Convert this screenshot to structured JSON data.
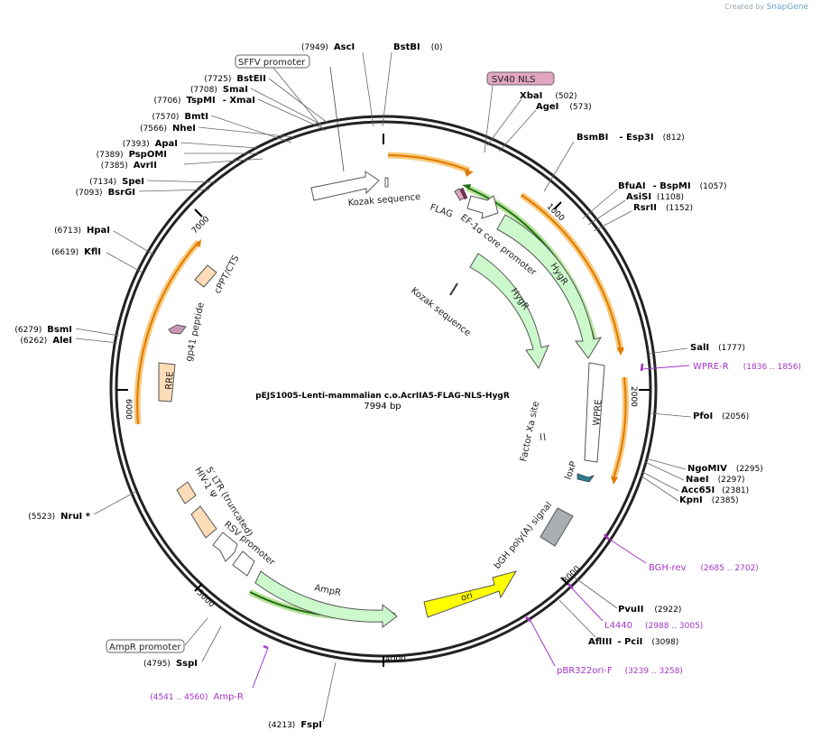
{
  "credit": {
    "prefix": "Created by",
    "brand": "SnapGene"
  },
  "plasmid": {
    "name": "pEJS1005-Lenti-mammalian c.o.AcrIIA5-FLAG-NLS-HygR",
    "length": "7994 bp"
  },
  "ticks": [
    "1000",
    "2000",
    "3000",
    "4000",
    "5000",
    "6000",
    "7000"
  ],
  "sites": {
    "bstbi": {
      "pos": "(0)",
      "name": "BstBI"
    },
    "asci": {
      "pos": "(7949)",
      "name": "AscI"
    },
    "xbai": {
      "name": "XbaI",
      "pos": "(502)"
    },
    "agei": {
      "name": "AgeI",
      "pos": "(573)"
    },
    "bsmbi": {
      "name": "BsmBI",
      "name2": "Esp3I",
      "pos": "(812)"
    },
    "bfuai": {
      "name": "BfuAI",
      "name2": "BspMI",
      "pos": "(1057)"
    },
    "asisi": {
      "name": "AsiSI",
      "pos": "(1108)"
    },
    "rsrii": {
      "name": "RsrII",
      "pos": "(1152)"
    },
    "sali": {
      "name": "SalI",
      "pos": "(1777)"
    },
    "pfoi": {
      "name": "PfoI",
      "pos": "(2056)"
    },
    "ngomiv": {
      "name": "NgoMIV",
      "pos": "(2295)"
    },
    "naei": {
      "name": "NaeI",
      "pos": "(2297)"
    },
    "acc65i": {
      "name": "Acc65I",
      "pos": "(2381)"
    },
    "kpni": {
      "name": "KpnI",
      "pos": "(2385)"
    },
    "pvuii": {
      "name": "PvuII",
      "pos": "(2922)"
    },
    "afliii": {
      "name": "AflIII",
      "name2": "PciI",
      "pos": "(3098)"
    },
    "fspi": {
      "pos": "(4213)",
      "name": "FspI"
    },
    "sspi": {
      "pos": "(4795)",
      "name": "SspI"
    },
    "nrui": {
      "pos": "(5523)",
      "name": "NruI *"
    },
    "alei": {
      "pos": "(6262)",
      "name": "AleI"
    },
    "bsmi": {
      "pos": "(6279)",
      "name": "BsmI"
    },
    "kfli": {
      "pos": "(6619)",
      "name": "KflI"
    },
    "hpai": {
      "pos": "(6713)",
      "name": "HpaI"
    },
    "bsrgi": {
      "pos": "(7093)",
      "name": "BsrGI"
    },
    "spei": {
      "pos": "(7134)",
      "name": "SpeI"
    },
    "avrii": {
      "pos": "(7385)",
      "name": "AvrII"
    },
    "pspomi": {
      "pos": "(7389)",
      "name": "PspOMI"
    },
    "apai": {
      "pos": "(7393)",
      "name": "ApaI"
    },
    "nhei": {
      "pos": "(7566)",
      "name": "NheI"
    },
    "bmti": {
      "pos": "(7570)",
      "name": "BmtI"
    },
    "tspmi": {
      "pos": "(7706)",
      "name": "TspMI",
      "name2": "XmaI"
    },
    "smai": {
      "pos": "(7708)",
      "name": "SmaI"
    },
    "bsteii": {
      "pos": "(7725)",
      "name": "BstEII"
    }
  },
  "boxed": {
    "sffv": "SFFV promoter",
    "sv40nls": "SV40 NLS",
    "ampr_promoter": "AmpR promoter"
  },
  "primers": {
    "wpre_r": {
      "name": "WPRE-R",
      "range": "(1836 .. 1856)"
    },
    "bgh_rev": {
      "name": "BGH-rev",
      "range": "(2685 .. 2702)"
    },
    "l4440": {
      "name": "L4440",
      "range": "(2988 .. 3005)"
    },
    "pbr322ori_f": {
      "name": "pBR322ori-F",
      "range": "(3239 .. 3258)"
    },
    "amp_r": {
      "name": "Amp-R",
      "range": "(4541 .. 4560)"
    }
  },
  "features": {
    "kozak1": "Kozak sequence",
    "flag": "FLAG",
    "ef1a": "EF-1α core promoter",
    "hygr_outer": "HygR",
    "hygr_inner": "HygR",
    "kozak2": "Kozak sequence",
    "factor_xa": "Factor Xa site",
    "wpre": "WPRE",
    "loxp": "loxP",
    "bgh": "bGH poly(A) signal",
    "ori": "ori",
    "ampr": "AmpR",
    "rsv": "RSV promoter",
    "ltr": "5′ LTR (truncated)",
    "hiv_psi": "HIV-1 Ψ",
    "rre": "RRE",
    "gp41": "gp41 peptide",
    "cppt": "cPPT/CTS"
  },
  "colors": {
    "backbone": "#222222",
    "promoter": "#ffffff",
    "cds": "#ccf9cc",
    "ori": "#ffff00",
    "misc": "#ffdcb8",
    "polya": "#a9aeb3",
    "nls": "#e2a6c0",
    "loxp": "#2f7f91",
    "primer": "#a335c8",
    "orf_orange": "#e07a00",
    "orf_green": "#1f6e14"
  }
}
